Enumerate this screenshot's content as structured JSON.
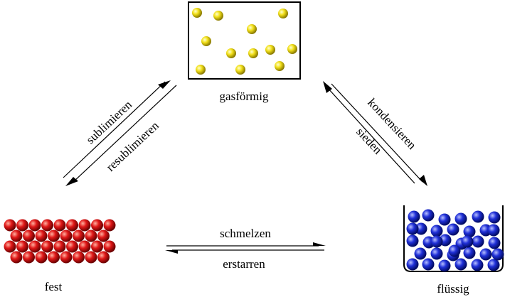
{
  "states": {
    "gas": {
      "label": "gasförmig",
      "color": "#f0e020"
    },
    "solid": {
      "label": "fest",
      "color": "#e02020"
    },
    "liquid": {
      "label": "flüssig",
      "color": "#2030d0"
    }
  },
  "transitions": {
    "sublimieren": "sublimieren",
    "resublimieren": "resublimieren",
    "kondensieren": "kondensieren",
    "sieden": "sieden",
    "schmelzen": "schmelzen",
    "erstarren": "erstarren"
  }
}
